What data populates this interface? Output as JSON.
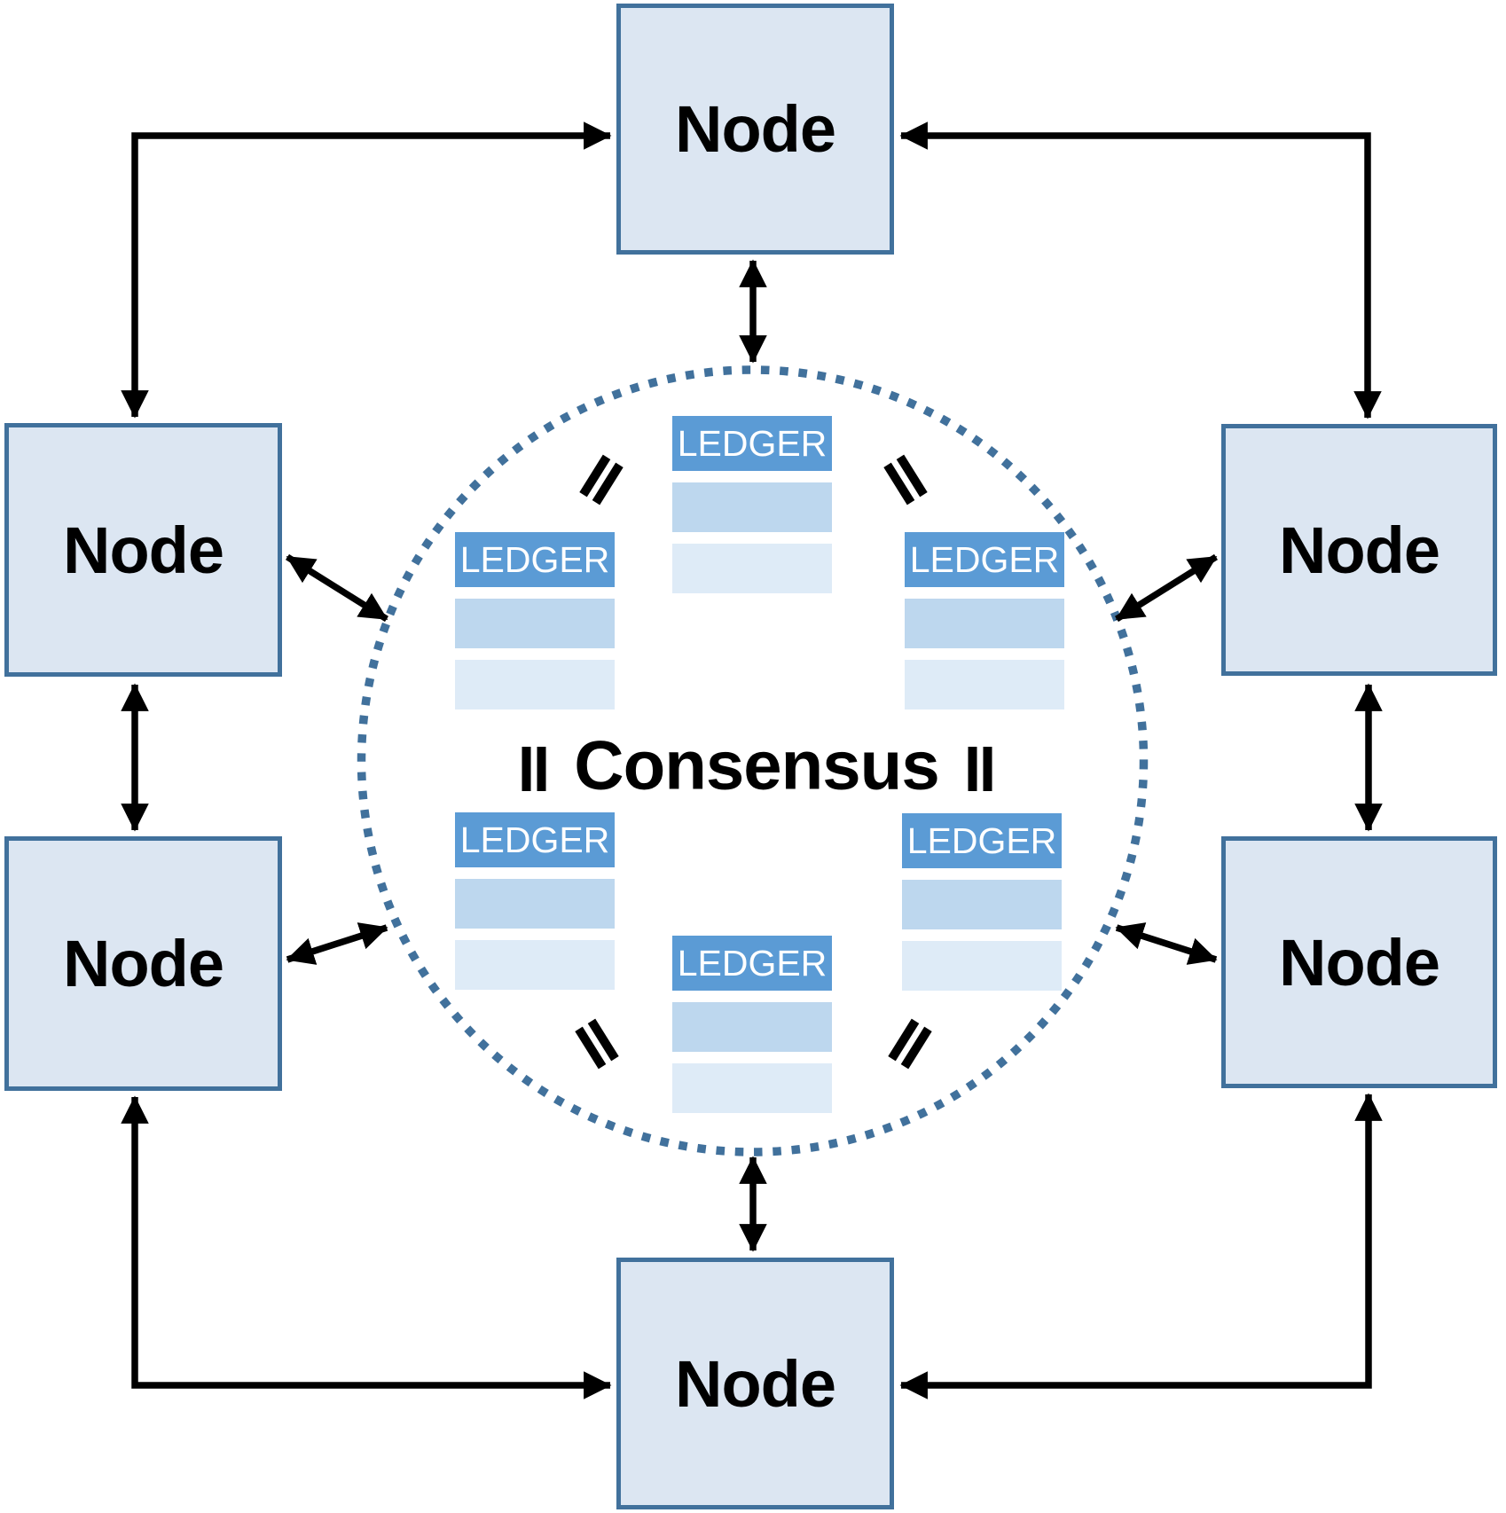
{
  "diagram": {
    "type": "blockchain-consensus-network",
    "description": "Six peer nodes connected by bidirectional arrows around a central dotted consensus ring containing six identical ledgers"
  },
  "center": {
    "label": "Consensus"
  },
  "nodes": [
    {
      "position": "top",
      "label": "Node"
    },
    {
      "position": "left-top",
      "label": "Node"
    },
    {
      "position": "left-bottom",
      "label": "Node"
    },
    {
      "position": "right-top",
      "label": "Node"
    },
    {
      "position": "right-bottom",
      "label": "Node"
    },
    {
      "position": "bottom",
      "label": "Node"
    }
  ],
  "ledgers": [
    {
      "position": "top",
      "label": "LEDGER"
    },
    {
      "position": "left",
      "label": "LEDGER"
    },
    {
      "position": "right",
      "label": "LEDGER"
    },
    {
      "position": "bottom-left",
      "label": "LEDGER"
    },
    {
      "position": "bottom-right",
      "label": "LEDGER"
    },
    {
      "position": "bottom",
      "label": "LEDGER"
    }
  ],
  "colors": {
    "node_fill": "#dce6f2",
    "node_border": "#41719c",
    "ledger_header": "#5b9bd5",
    "ledger_row_mid": "#bdd7ee",
    "ledger_row_light": "#deebf7",
    "ledger_text": "#ffffff",
    "dotted_circle": "#41719c",
    "arrow": "#000000",
    "text": "#000000"
  }
}
